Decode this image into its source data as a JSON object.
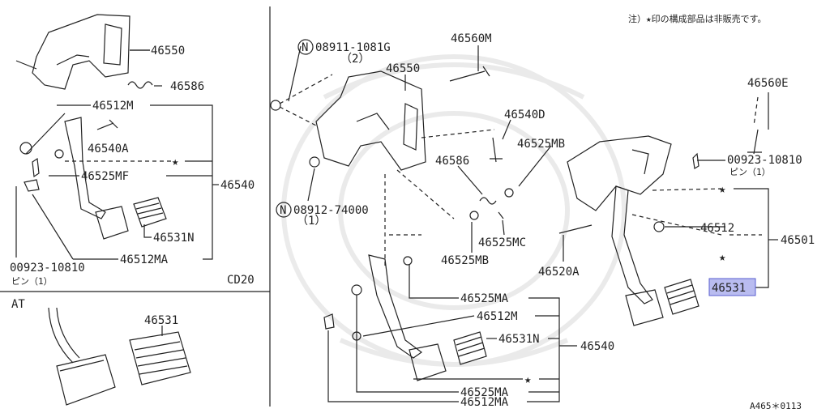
{
  "note": "注）★印の構成部品は非販売です。",
  "footer_code": "A465＊0113",
  "star": "★",
  "left_panel": {
    "variant": "CD20",
    "labels": {
      "p46550": "46550",
      "p46586": "46586",
      "p46512M": "46512M",
      "p46540A": "46540A",
      "p46525MF": "46525MF",
      "p46540": "46540",
      "p46531N": "46531N",
      "p46512MA": "46512MA",
      "pin_part": "00923-10810",
      "pin_desc": "ピン（1）"
    }
  },
  "at_panel": {
    "title": "AT",
    "label_46531": "46531"
  },
  "right_panel": {
    "labels": {
      "n08911": "08911-1081G",
      "n08911_qty": "（2）",
      "p46550": "46550",
      "p46560M": "46560M",
      "p46540D": "46540D",
      "p46525MB_top": "46525MB",
      "p46586": "46586",
      "p46525MC": "46525MC",
      "p46525MB_bot": "46525MB",
      "n08912": "08912-74000",
      "n08912_qty": "（1）",
      "p46560E": "46560E",
      "pin_part": "00923-10810",
      "pin_desc": "ピン（1）",
      "p46512": "46512",
      "p46501": "46501",
      "p46520A": "46520A",
      "p46531_highlight": "46531",
      "p46525MA_top": "46525MA",
      "p46512M": "46512M",
      "p46531N": "46531N",
      "p46540": "46540",
      "p46525MA_bot": "46525MA",
      "p46512MA": "46512MA"
    }
  }
}
